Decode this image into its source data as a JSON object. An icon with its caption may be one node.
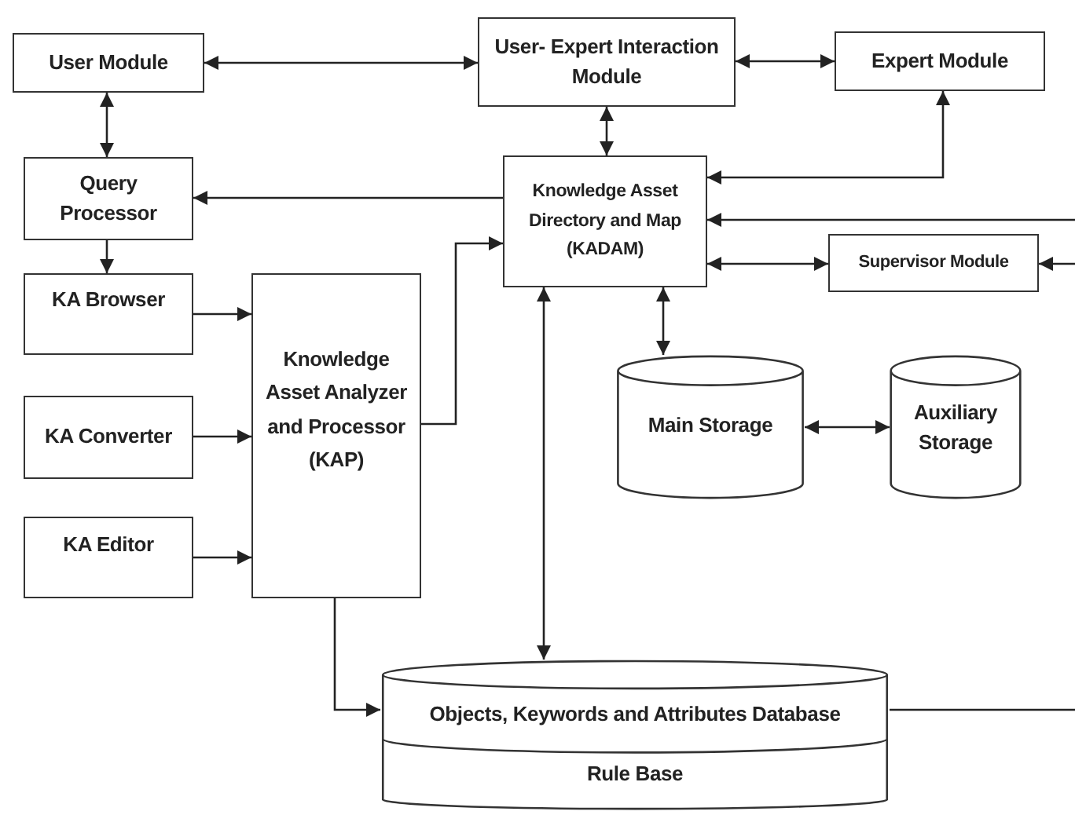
{
  "diagram": {
    "nodes": [
      {
        "text": [
          "User Module"
        ]
      },
      {
        "text": [
          "User- Expert Interaction Module"
        ]
      },
      {
        "text": [
          "Expert Module"
        ]
      },
      {
        "text": [
          "Query Processor"
        ]
      },
      {
        "text": [
          "Knowledge Asset Directory and Map (KADAM)"
        ]
      },
      {
        "text": [
          "KA Browser"
        ]
      },
      {
        "text": [
          "Knowledge Asset Analyzer and Processor (KAP)"
        ]
      },
      {
        "text": [
          "Supervisor Module"
        ]
      },
      {
        "text": [
          "KA Converter"
        ]
      },
      {
        "text": [
          "Main Storage"
        ]
      },
      {
        "text": [
          "Auxiliary Storage"
        ]
      },
      {
        "text": [
          "KA Editor"
        ]
      },
      {
        "text": [
          "Objects, Keywords and Attributes Database",
          "Rule Base"
        ]
      }
    ],
    "edges": [
      {
        "from": 0,
        "to": 1,
        "arrow": "both"
      },
      {
        "from": 1,
        "to": 2,
        "arrow": "both"
      },
      {
        "from": 0,
        "to": 3,
        "arrow": "both"
      },
      {
        "from": 1,
        "to": 4,
        "arrow": "both"
      },
      {
        "from": 2,
        "to": 4,
        "arrow": "both"
      },
      {
        "from": null,
        "to": 4,
        "arrow": "to"
      },
      {
        "from": 4,
        "to": 3,
        "arrow": "to"
      },
      {
        "from": 3,
        "to": 5,
        "arrow": "to"
      },
      {
        "from": 5,
        "to": 6,
        "arrow": "to"
      },
      {
        "from": 8,
        "to": 6,
        "arrow": "to"
      },
      {
        "from": 11,
        "to": 6,
        "arrow": "to"
      },
      {
        "from": 6,
        "to": 4,
        "arrow": "to"
      },
      {
        "from": 4,
        "to": 7,
        "arrow": "both"
      },
      {
        "from": null,
        "to": 7,
        "arrow": "to"
      },
      {
        "from": 4,
        "to": 9,
        "arrow": "both"
      },
      {
        "from": 9,
        "to": 10,
        "arrow": "both"
      },
      {
        "from": 4,
        "to": 12,
        "arrow": "both"
      },
      {
        "from": 6,
        "to": 12,
        "arrow": "to"
      },
      {
        "from": 12,
        "to": null,
        "arrow": "none"
      }
    ]
  }
}
